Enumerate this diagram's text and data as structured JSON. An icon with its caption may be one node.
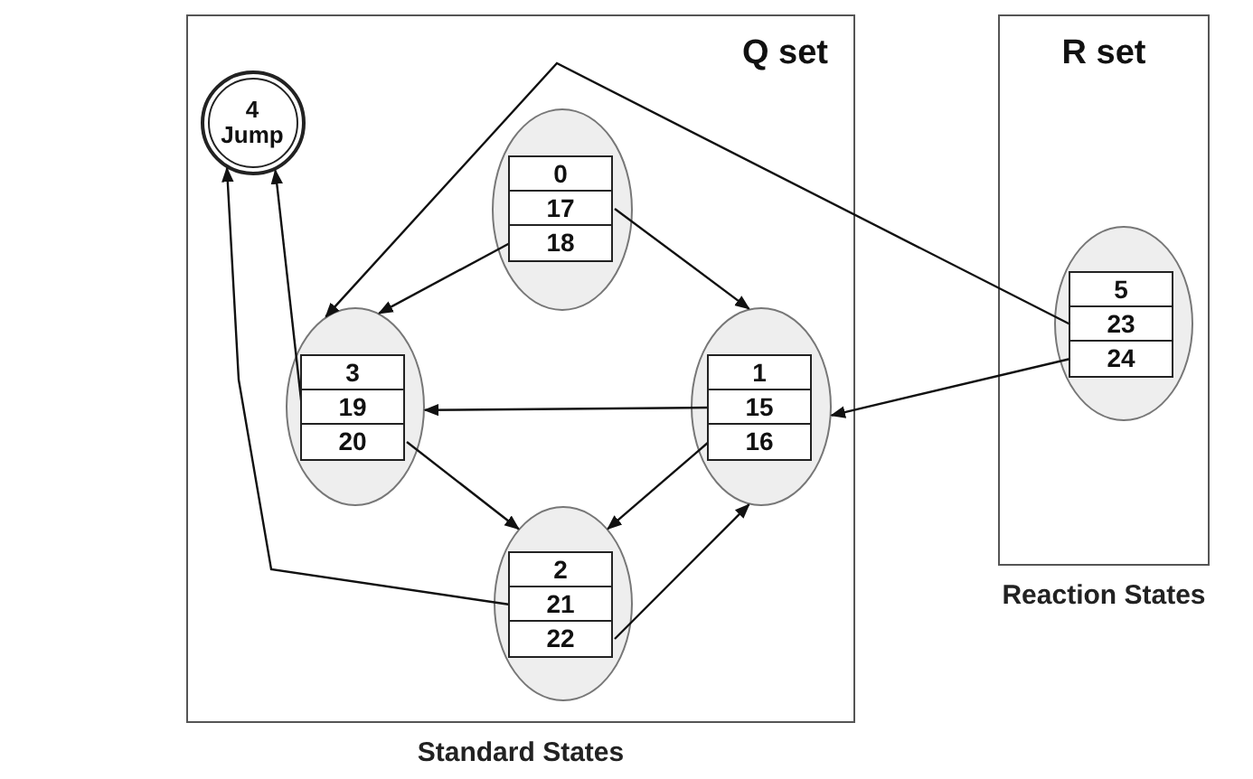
{
  "diagram": {
    "nodes": [
      {
        "text": [
          "Q set"
        ],
        "beside": [
          "Standard States"
        ]
      },
      {
        "text": [
          "R set"
        ],
        "beside": [
          "Reaction States"
        ]
      },
      {
        "text": [
          "4",
          "Jump"
        ],
        "in": 0
      },
      {
        "text": [],
        "shape": "ellipse",
        "in": 0
      },
      {
        "text": [
          "0"
        ],
        "in": 3
      },
      {
        "text": [
          "17"
        ],
        "in": 3
      },
      {
        "text": [
          "18"
        ],
        "in": 3
      },
      {
        "text": [],
        "shape": "ellipse",
        "in": 0
      },
      {
        "text": [
          "3"
        ],
        "in": 7
      },
      {
        "text": [
          "19"
        ],
        "in": 7
      },
      {
        "text": [
          "20"
        ],
        "in": 7
      },
      {
        "text": [],
        "shape": "ellipse",
        "in": 0
      },
      {
        "text": [
          "1"
        ],
        "in": 11
      },
      {
        "text": [
          "15"
        ],
        "in": 11
      },
      {
        "text": [
          "16"
        ],
        "in": 11
      },
      {
        "text": [],
        "shape": "ellipse",
        "in": 0
      },
      {
        "text": [
          "2"
        ],
        "in": 15
      },
      {
        "text": [
          "21"
        ],
        "in": 15
      },
      {
        "text": [
          "22"
        ],
        "in": 15
      },
      {
        "text": [],
        "shape": "ellipse",
        "in": 1
      },
      {
        "text": [
          "5"
        ],
        "in": 19
      },
      {
        "text": [
          "23"
        ],
        "in": 19
      },
      {
        "text": [
          "24"
        ],
        "in": 19
      }
    ],
    "edges": [
      {
        "from": 6,
        "to": 7,
        "arrow": "to"
      },
      {
        "from": 5,
        "to": 11,
        "arrow": "to"
      },
      {
        "from": 21,
        "to": 7,
        "arrow": "to"
      },
      {
        "from": 22,
        "to": 11,
        "arrow": "to"
      },
      {
        "from": 13,
        "to": 7,
        "arrow": "to"
      },
      {
        "from": 14,
        "to": 15,
        "arrow": "to"
      },
      {
        "from": 10,
        "to": 15,
        "arrow": "to"
      },
      {
        "from": 18,
        "to": 11,
        "arrow": "to"
      },
      {
        "from": 9,
        "to": 2,
        "arrow": "to"
      },
      {
        "from": 17,
        "to": 2,
        "arrow": "to"
      }
    ]
  }
}
